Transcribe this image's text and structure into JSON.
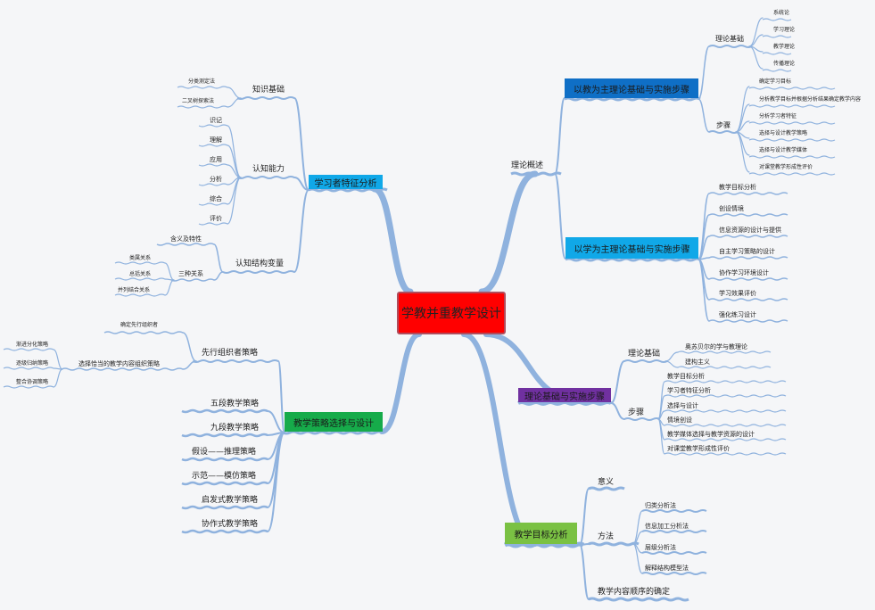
{
  "colors": {
    "root_fill": "#ff0000",
    "root_border": "#b04c5c",
    "branch_line": "#8fb2de",
    "teacher_box": "#0f6fc6",
    "student_box": "#10a8e8",
    "learner_box": "#10a8e8",
    "strategy_box": "#16ab4a",
    "foundation_box": "#7030a0",
    "objective_box": "#7ac143",
    "background": "#f5f6f8"
  },
  "root": {
    "label": "学教并重教学设计"
  },
  "branches": {
    "overview": {
      "label": "理论概述",
      "teacher_centered": {
        "label": "以教为主理论基础与实施步骤",
        "foundation": {
          "label": "理论基础",
          "items": [
            "系统论",
            "学习理论",
            "教学理论",
            "传播理论"
          ]
        },
        "steps": {
          "label": "步骤",
          "items": [
            "确定学习目标",
            "分析教学目标并根据分析结果确定教学内容",
            "分析学习者特征",
            "选择与设计教学策略",
            "选择与设计教学媒体",
            "对课堂教学形成性评价"
          ]
        }
      },
      "student_centered": {
        "label": "以学为主理论基础与实施步骤",
        "items": [
          "教学目标分析",
          "创设情境",
          "信息资源的设计与提供",
          "自主学习策略的设计",
          "协作学习环境设计",
          "学习效果评价",
          "强化练习设计"
        ]
      }
    },
    "foundation_steps": {
      "label": "理论基础与实施步骤",
      "foundation": {
        "label": "理论基础",
        "items": [
          "奥苏贝尔的学与教理论",
          "建构主义"
        ]
      },
      "steps": {
        "label": "步骤",
        "items": [
          "教学目标分析",
          "学习者特征分析",
          "选择与设计",
          "情境创设",
          "教学媒体选择与教学资源的设计",
          "对课堂教学形成性评价"
        ]
      }
    },
    "objective_analysis": {
      "label": "教学目标分析",
      "meaning": {
        "label": "意义"
      },
      "methods": {
        "label": "方法",
        "items": [
          "归类分析法",
          "信息加工分析法",
          "层级分析法",
          "解释结构模型法"
        ]
      },
      "sequence": {
        "label": "教学内容顺序的确定"
      }
    },
    "learner_analysis": {
      "label": "学习者特征分析",
      "knowledge_base": {
        "label": "知识基础",
        "items": [
          "分类测定法",
          "二叉树探索法"
        ]
      },
      "cognitive_ability": {
        "label": "认知能力",
        "items": [
          "识记",
          "理解",
          "应用",
          "分析",
          "综合",
          "评价"
        ]
      },
      "cognitive_structure": {
        "label": "认知结构变量",
        "meaning": "含义及特性",
        "relations": {
          "label": "三种关系",
          "items": [
            "类属关系",
            "总括关系",
            "并列结合关系"
          ]
        }
      }
    },
    "strategy": {
      "label": "教学策略选择与设计",
      "advance_organizer": {
        "label": "先行组织者策略",
        "determine": "确定先行组织者",
        "choose": {
          "label": "选择恰当的教学内容组织策略",
          "items": [
            "渐进分化策略",
            "逐级归纳策略",
            "整合协调策略"
          ]
        }
      },
      "items": [
        "五段教学策略",
        "九段教学策略",
        "假设——推理策略",
        "示范——模仿策略",
        "启发式教学策略",
        "协作式教学策略"
      ]
    }
  }
}
